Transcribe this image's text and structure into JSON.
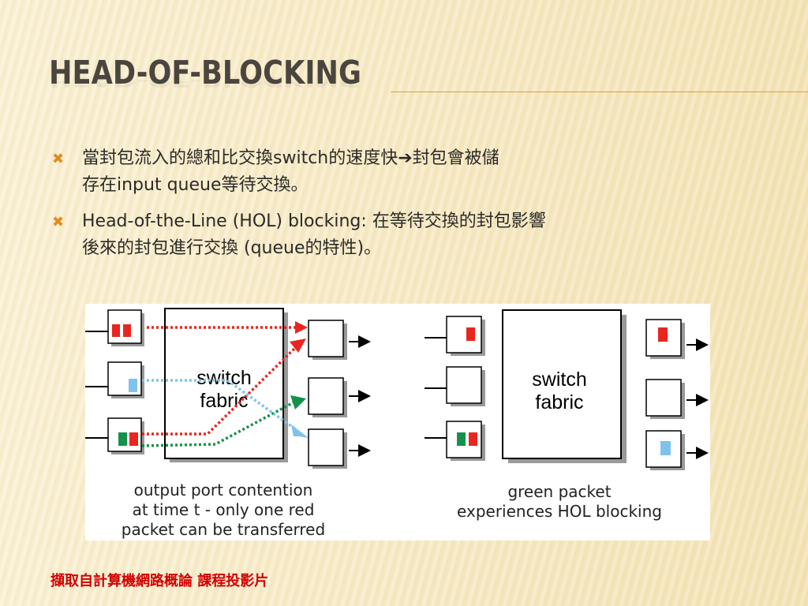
{
  "slide": {
    "title": "HEAD-OF-BLOCKING",
    "bullets": [
      {
        "line1_pre": "當封包流入的總和比交換switch的速度快",
        "arrow": "➔",
        "line1_post": "封包會被儲",
        "line2": "存在input queue等待交換。"
      },
      {
        "line1": "Head-of-the-Line (HOL) blocking: 在等待交換的封包影響",
        "line2": "後來的封包進行交換 (queue的特性)。"
      }
    ],
    "footer": "擷取自計算機網路概論 課程投影片"
  },
  "figure": {
    "left": {
      "fabric_label_line1": "switch",
      "fabric_label_line2": "fabric",
      "caption_line1": "output port contention",
      "caption_line2": "at  time t - only one red",
      "caption_line3": "packet can be transferred"
    },
    "right": {
      "fabric_label_line1": "switch",
      "fabric_label_line2": "fabric",
      "caption_line1": "green packet",
      "caption_line2": "experiences HOL blocking"
    },
    "colors": {
      "red": "#e8261f",
      "green": "#14924b",
      "blue": "#7ec3ec"
    }
  }
}
